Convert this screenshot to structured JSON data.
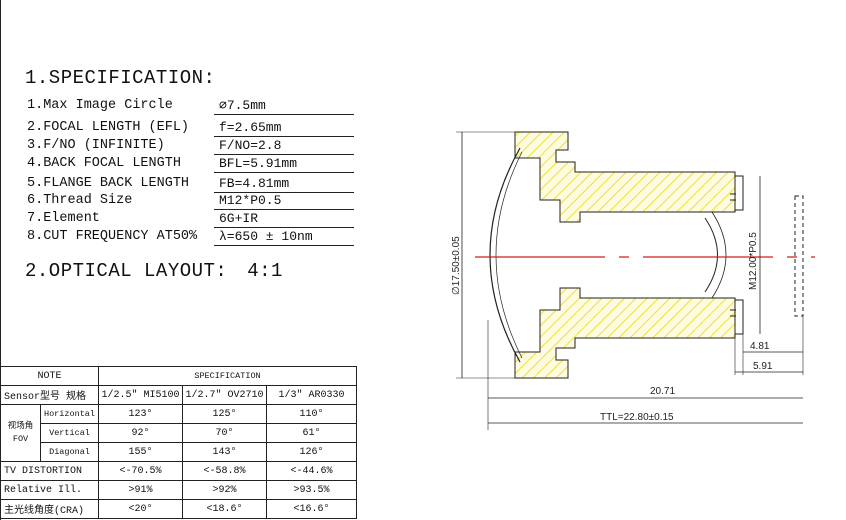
{
  "spec": {
    "heading": "1.SPECIFICATION:",
    "rows": [
      {
        "label": "1.Max Image Circle",
        "value": "∅7.5mm"
      },
      {
        "label": "2.FOCAL LENGTH (EFL)",
        "value": "f=2.65mm"
      },
      {
        "label": "3.F/NO (INFINITE)",
        "value": "F/NO=2.8"
      },
      {
        "label": "4.BACK FOCAL LENGTH",
        "value": "BFL=5.91mm"
      },
      {
        "label": "5.FLANGE BACK LENGTH",
        "value": "FB=4.81mm"
      },
      {
        "label": "6.Thread Size",
        "value": "M12*P0.5"
      },
      {
        "label": "7.Element",
        "value": "6G+IR"
      },
      {
        "label": "8.CUT FREQUENCY AT50%",
        "value": "λ=650 ± 10nm"
      }
    ]
  },
  "optical": {
    "heading": "2.OPTICAL LAYOUT:",
    "ratio": "4:1"
  },
  "table": {
    "note_header": "NOTE",
    "spec_header": "SPECIFICATION",
    "sensor_label": "Sensor型号 规格",
    "sensors": [
      "1/2.5\" MI5100",
      "1/2.7\" OV2710",
      "1/3\" AR0330"
    ],
    "fov_label_line1": "视场角",
    "fov_label_line2": "FOV",
    "fov_rows": [
      {
        "name": "Horizontal",
        "values": [
          "123°",
          "125°",
          "110°"
        ]
      },
      {
        "name": "Vertical",
        "values": [
          "92°",
          "70°",
          "61°"
        ]
      },
      {
        "name": "Diagonal",
        "values": [
          "155°",
          "143°",
          "126°"
        ]
      }
    ],
    "other_rows": [
      {
        "name": "TV DISTORTION",
        "values": [
          "<-70.5%",
          "<-58.8%",
          "<-44.6%"
        ]
      },
      {
        "name": "Relative Ill.",
        "values": [
          ">91%",
          ">92%",
          ">93.5%"
        ]
      },
      {
        "name": "主光线角度(CRA)",
        "values": [
          "<20°",
          "<18.6°",
          "<16.6°"
        ]
      }
    ]
  },
  "drawing": {
    "diameter_label": "∅17.50±0.05",
    "thread_label": "M12.00*P0.5",
    "dim_flange": "4.81",
    "dim_bfl": "5.91",
    "dim_length": "20.71",
    "dim_ttl": "TTL=22.80±0.15",
    "colors": {
      "hatch": "#e8e23a",
      "axis": "#d21f1f",
      "line": "#222222"
    }
  }
}
